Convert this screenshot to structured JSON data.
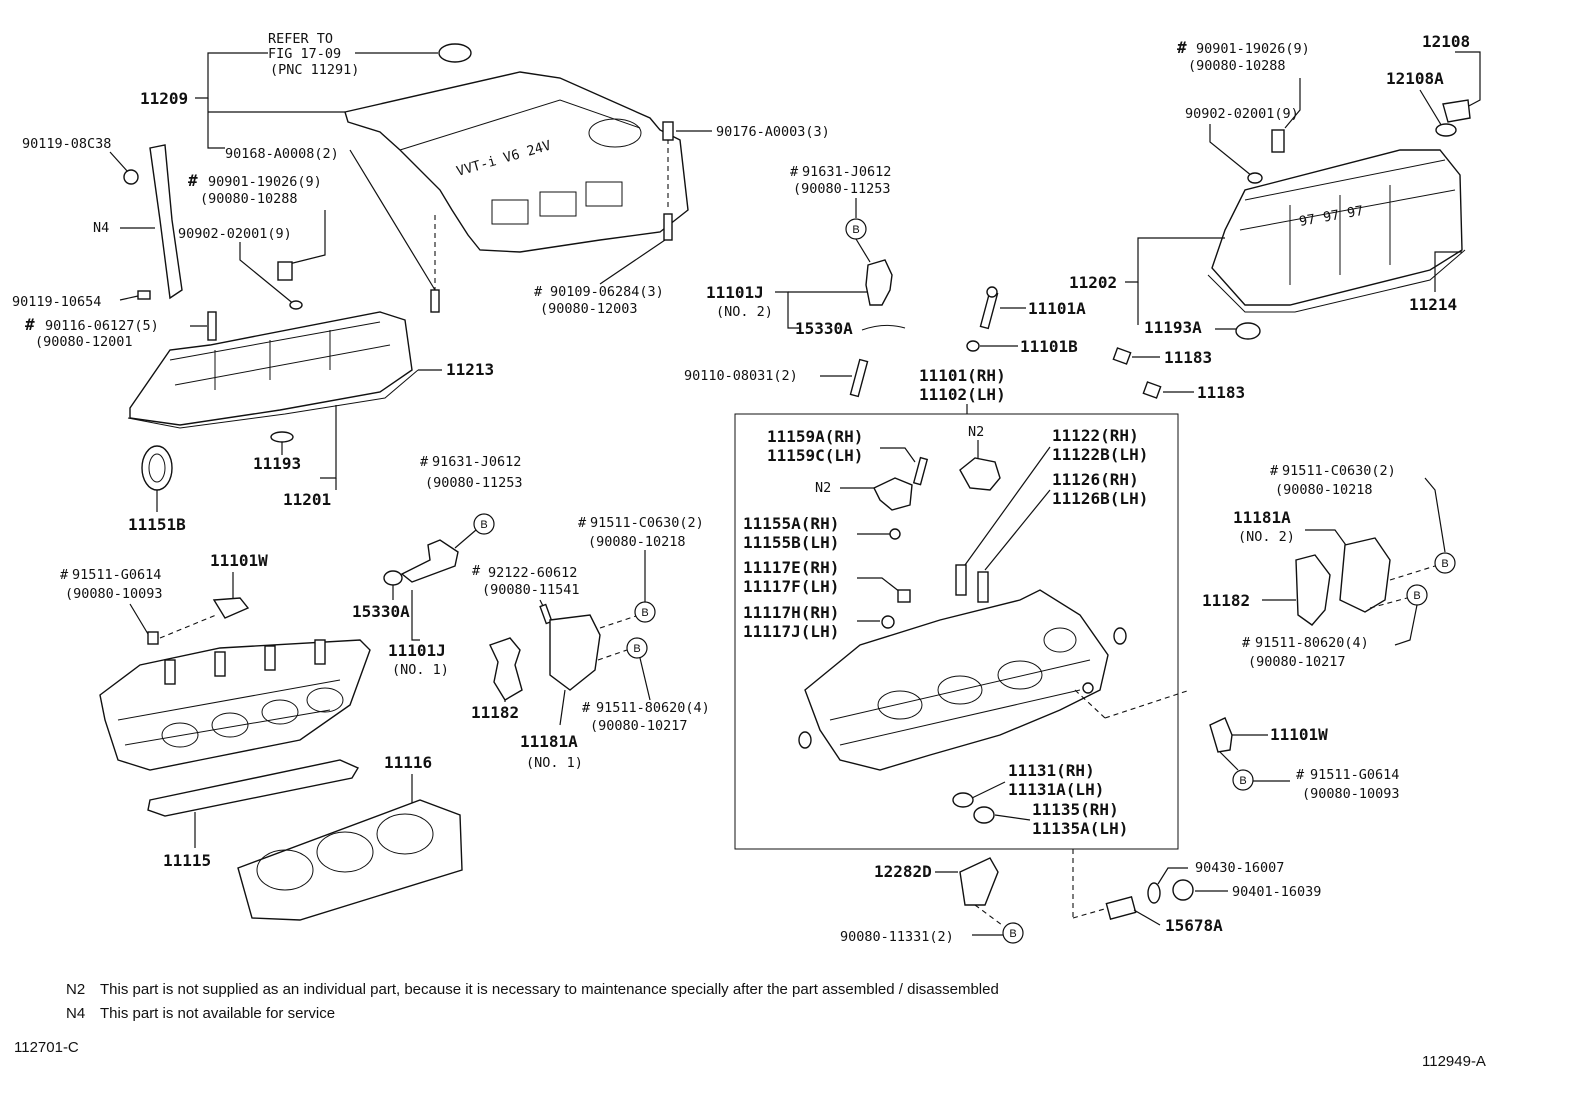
{
  "figure_code_left": "112701-C",
  "figure_code_right": "112949-A",
  "notes": [
    {
      "code": "N2",
      "text": "This part is not supplied as an individual part, because it is necessary to maintenance specially after the part assembled / disassembled"
    },
    {
      "code": "N4",
      "text": "This part is not available for service"
    }
  ],
  "callout_letter": "B",
  "labels": {
    "refer1": "REFER TO",
    "refer2": "FIG 17-09",
    "refer3": "(PNC 11291)",
    "p11209": "11209",
    "p90168": "90168-A0008(2)",
    "p90176": "90176-A0003(3)",
    "p90119a": "90119-08C38",
    "p90901a": "90901-19026(9)",
    "p90080a": "(90080-10288",
    "n4": "N4",
    "p90902a": "90902-02001(9)",
    "p90119b": "90119-10654",
    "p90116": "90116-06127(5)",
    "p90080b": "(90080-12001",
    "p11213": "11213",
    "p11193": "11193",
    "p11201": "11201",
    "p11151b": "11151B",
    "p90109": "90109-06284(3)",
    "p90080c": "(90080-12003",
    "p91631a": "91631-J0612",
    "p90080d": "(90080-11253",
    "p11101j2": "11101J",
    "p11101j2no": "(NO. 2)",
    "p15330a2": "15330A",
    "p90110": "90110-08031(2)",
    "p11101a": "11101A",
    "p11101b": "11101B",
    "p11101rh": "11101(RH)",
    "p11102lh": "11102(LH)",
    "p90901b": "90901-19026(9)",
    "p90080e": "(90080-10288",
    "p90902b": "90902-02001(9)",
    "p12108": "12108",
    "p12108a": "12108A",
    "p11202": "11202",
    "p11214": "11214",
    "p11193a": "11193A",
    "p11183a": "11183",
    "p11183b": "11183",
    "p91631b": "91631-J0612",
    "p90080f": "(90080-11253",
    "p91511g1": "91511-G0614",
    "p90080g": "(90080-10093",
    "p11101w1": "11101W",
    "p15330a1": "15330A",
    "p11101j1": "11101J",
    "p11101j1no": "(NO. 1)",
    "p92122": "92122-60612",
    "p90080h": "(90080-11541",
    "p91511c1": "91511-C0630(2)",
    "p90080i": "(90080-10218",
    "p11182a": "11182",
    "p11181a1": "11181A",
    "p11181a1no": "(NO. 1)",
    "p91511_80620a": "91511-80620(4)",
    "p90080j": "(90080-10217",
    "p11116": "11116",
    "p11115": "11115",
    "p11159a": "11159A(RH)",
    "p11159c": "11159C(LH)",
    "n2a": "N2",
    "n2b": "N2",
    "p11155a": "11155A(RH)",
    "p11155b": "11155B(LH)",
    "p11117e": "11117E(RH)",
    "p11117f": "11117F(LH)",
    "p11117h": "11117H(RH)",
    "p11117j": "11117J(LH)",
    "p11122": "11122(RH)",
    "p11122b": "11122B(LH)",
    "p11126": "11126(RH)",
    "p11126b": "11126B(LH)",
    "p11131": "11131(RH)",
    "p11131a": "11131A(LH)",
    "p11135": "11135(RH)",
    "p11135a": "11135A(LH)",
    "p91511c2": "91511-C0630(2)",
    "p90080k": "(90080-10218",
    "p11181a2": "11181A",
    "p11181a2no": "(NO. 2)",
    "p11182b": "11182",
    "p91511_80620b": "91511-80620(4)",
    "p90080l": "(90080-10217",
    "p11101w2": "11101W",
    "p91511g2": "91511-G0614",
    "p90080m": "(90080-10093",
    "p12282d": "12282D",
    "p90080n": "90080-11331(2)",
    "p90430": "90430-16007",
    "p90401": "90401-16039",
    "p15678a": "15678A"
  }
}
